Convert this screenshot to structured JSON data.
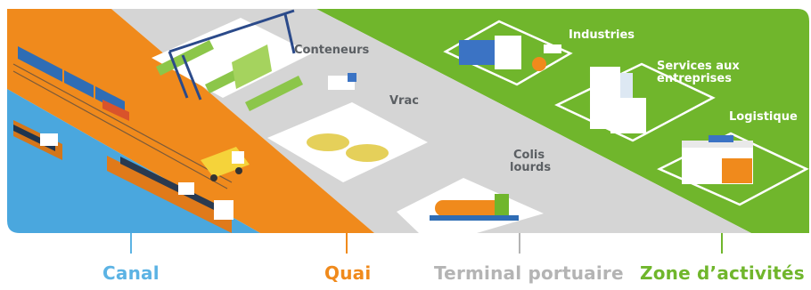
{
  "bottom_labels": {
    "canal": "Canal",
    "quai": "Quai",
    "terminal": "Terminal portuaire",
    "zone": "Zone d’activités"
  },
  "terminal_areas": {
    "conteneurs": "Conteneurs",
    "vrac": "Vrac",
    "colis_lourds_line1": "Colis",
    "colis_lourds_line2": "lourds"
  },
  "zone_areas": {
    "industries": "Industries",
    "services_line1": "Services aux",
    "services_line2": "entreprises",
    "logistique": "Logistique"
  },
  "colors": {
    "canal": "#5cb3e4",
    "quai": "#f08a1c",
    "terminal": "#b4b4b4",
    "zone": "#70b62c"
  }
}
